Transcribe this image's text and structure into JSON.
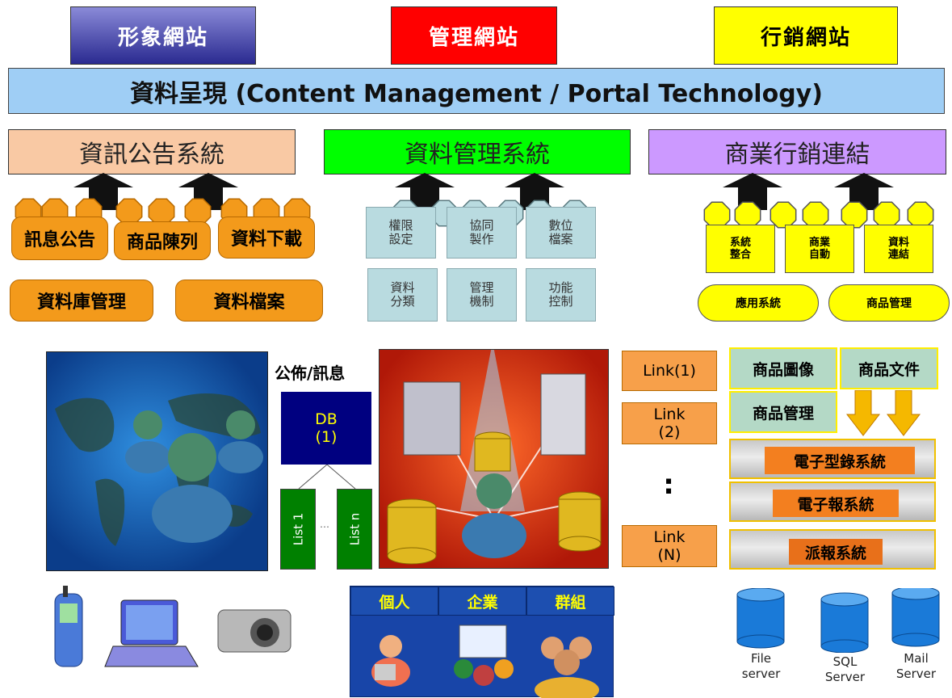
{
  "top_sites": [
    "形象網站",
    "管理網站",
    "行銷網站"
  ],
  "banner": "資料呈現 (Content  Management / Portal Technology)",
  "systems": [
    "資訊公告系統",
    "資料管理系統",
    "商業行銷連結"
  ],
  "left_items": [
    "訊息公告",
    "商品陳列",
    "資料下載",
    "資料庫管理",
    "資料檔案"
  ],
  "mid_items": {
    "row1": [
      "權限\n設定",
      "協同\n製作",
      "數位\n檔案"
    ],
    "row2": [
      "資料\n分類",
      "管理\n機制",
      "功能\n控制"
    ]
  },
  "right_items": [
    "系統\n整合",
    "商業\n自動",
    "資料\n連結"
  ],
  "right_pills": [
    "應用系統",
    "商品管理"
  ],
  "publish_label": "公佈/訊息",
  "db": {
    "label": "DB\n(1)",
    "list_first": "List 1",
    "list_dots": "…",
    "list_last": "List n"
  },
  "links": [
    "Link(1)",
    "Link\n(2)",
    ":",
    "Link\n(N)"
  ],
  "product_boxes": [
    "商品圖像",
    "商品文件",
    "商品管理"
  ],
  "bar_systems": [
    "電子型錄系統",
    "電子報系統",
    "派報系統"
  ],
  "groups": [
    "個人",
    "企業",
    "群組"
  ],
  "servers": [
    "File\nserver",
    "SQL\nServer",
    "Mail\nServer"
  ]
}
